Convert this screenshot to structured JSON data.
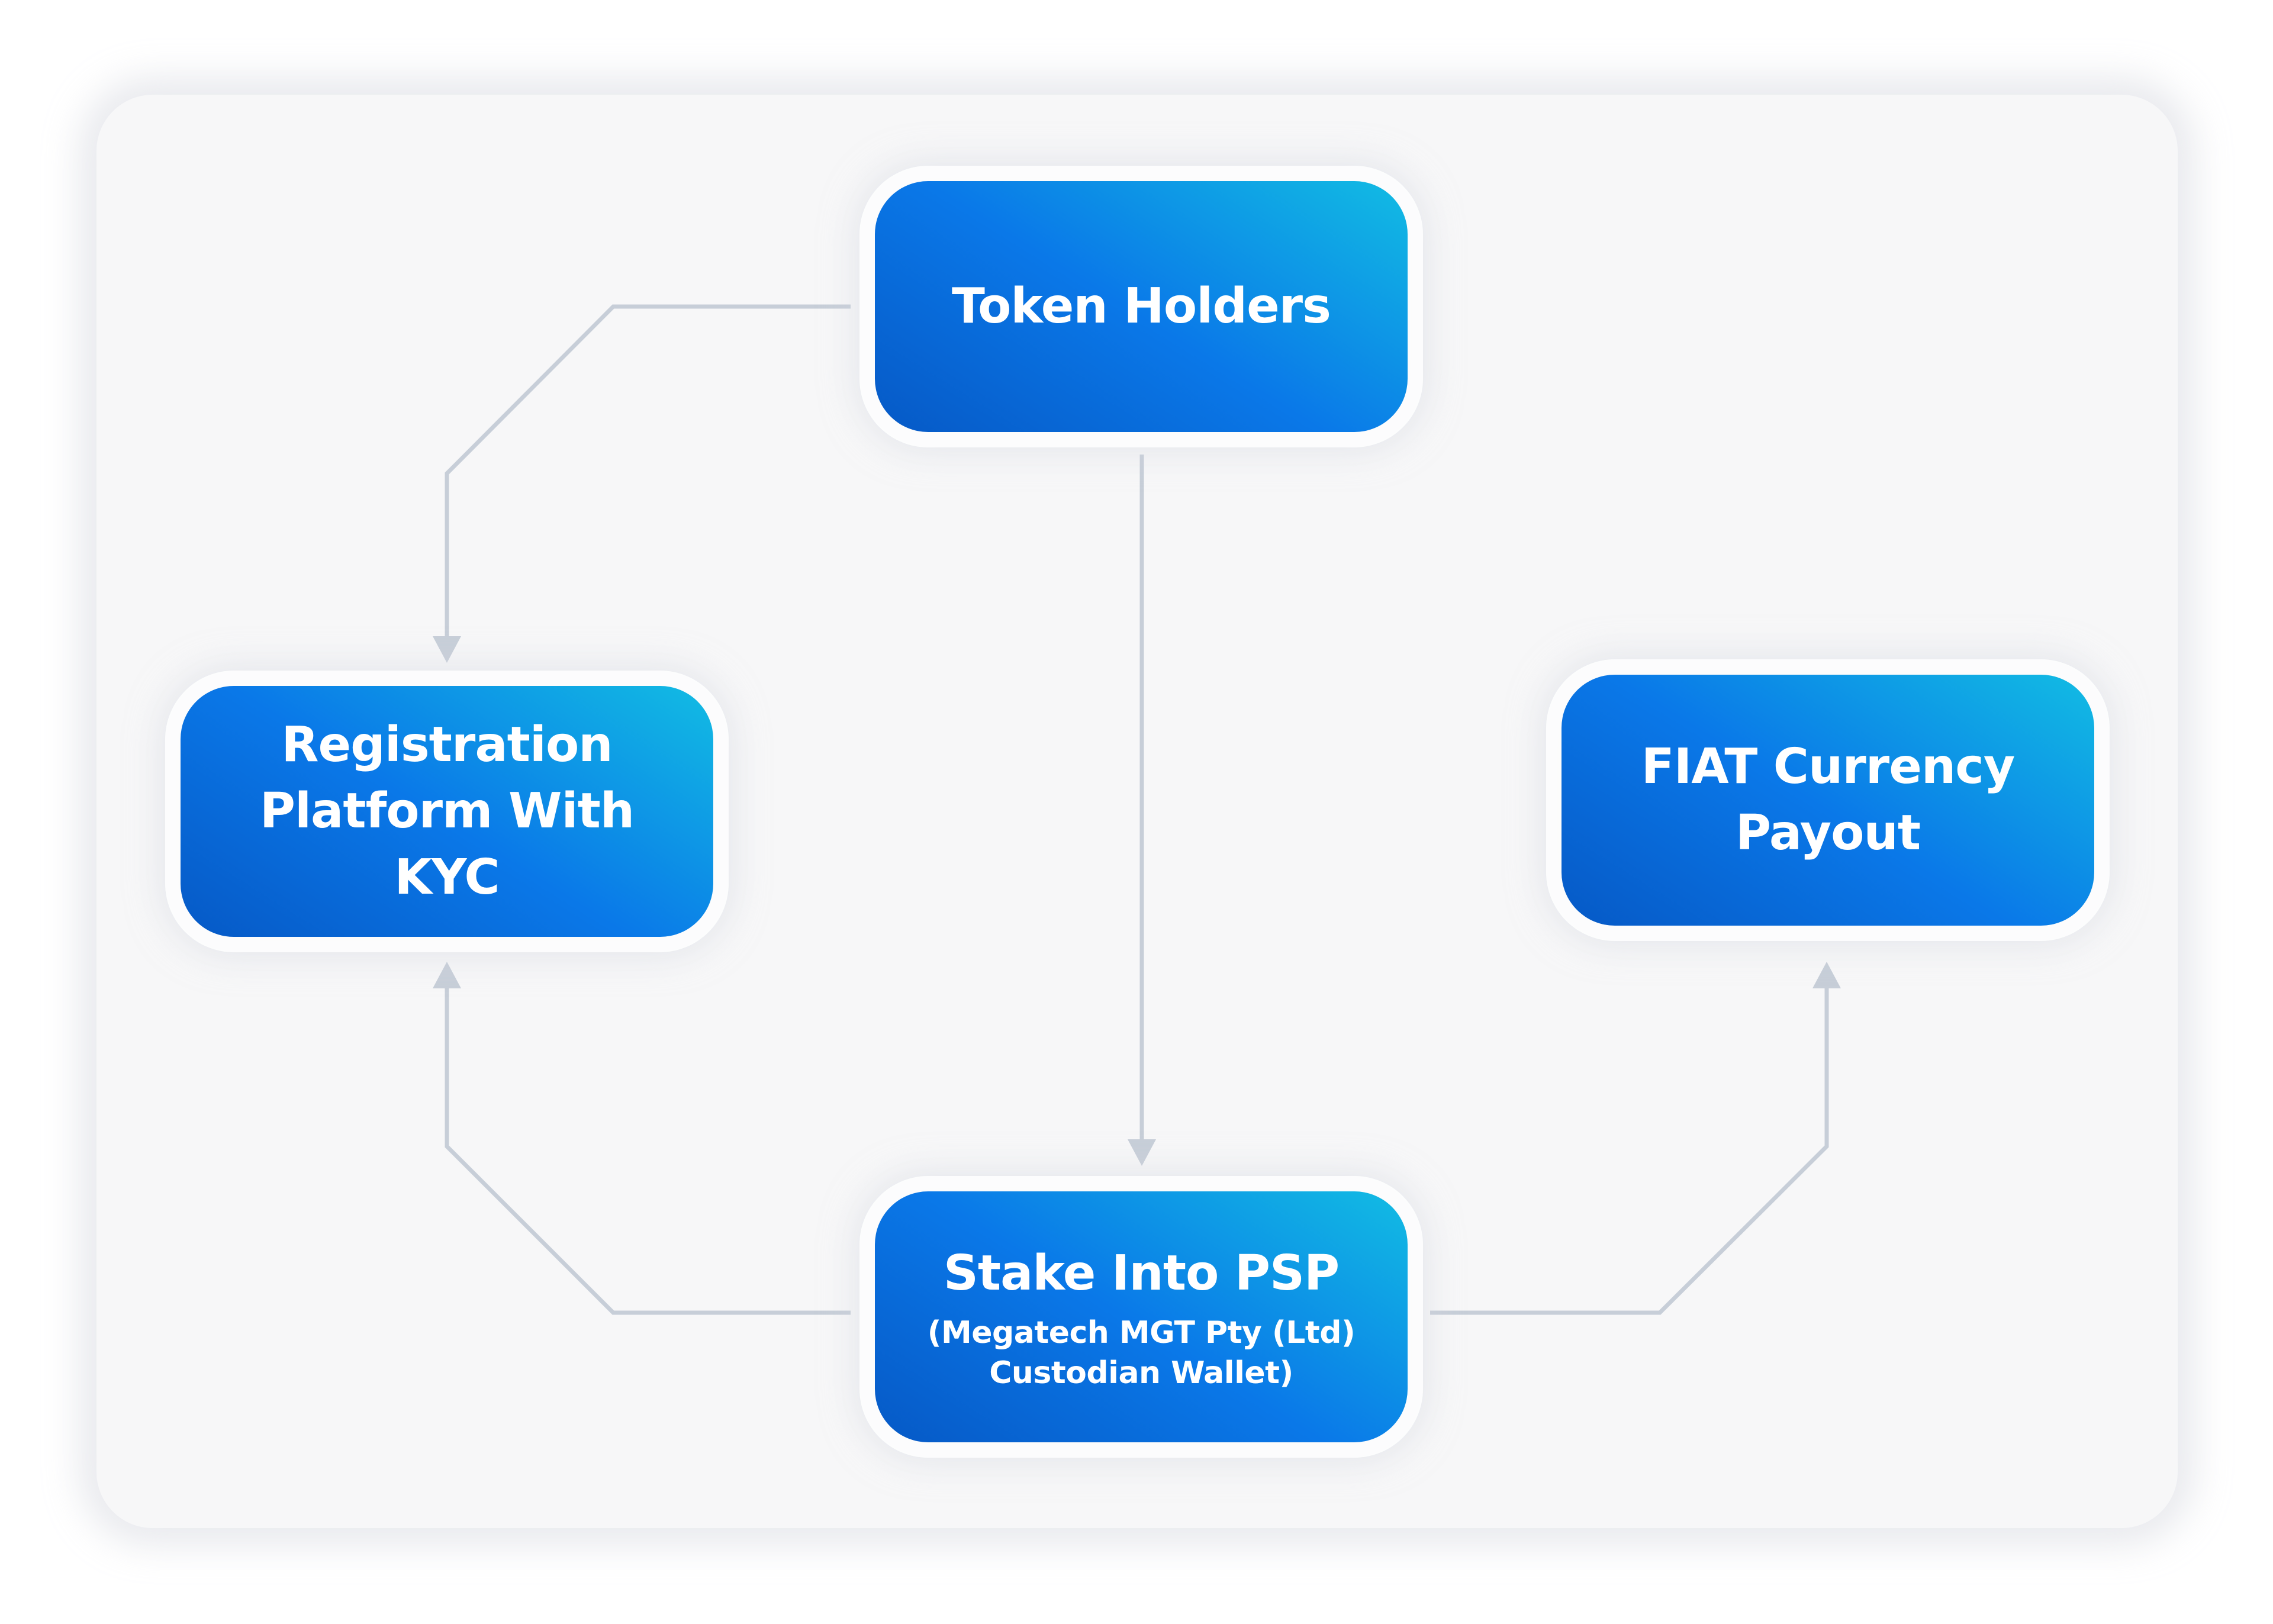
{
  "diagram": {
    "nodes": {
      "token_holders": {
        "title": "Token Holders"
      },
      "registration": {
        "title": "Registration\nPlatform With KYC"
      },
      "fiat": {
        "title": "FIAT Currency\nPayout"
      },
      "stake": {
        "title": "Stake Into PSP",
        "subtitle": "(Megatech MGT Pty (Ltd)\nCustodian Wallet)"
      }
    },
    "edges": [
      {
        "from": "token_holders",
        "to": "registration"
      },
      {
        "from": "token_holders",
        "to": "stake"
      },
      {
        "from": "stake",
        "to": "registration"
      },
      {
        "from": "stake",
        "to": "fiat"
      }
    ],
    "colors": {
      "node_gradient_start": "#0659c6",
      "node_gradient_end": "#12bce3",
      "connector": "#c7ced8",
      "panel": "#f7f7f8"
    }
  }
}
